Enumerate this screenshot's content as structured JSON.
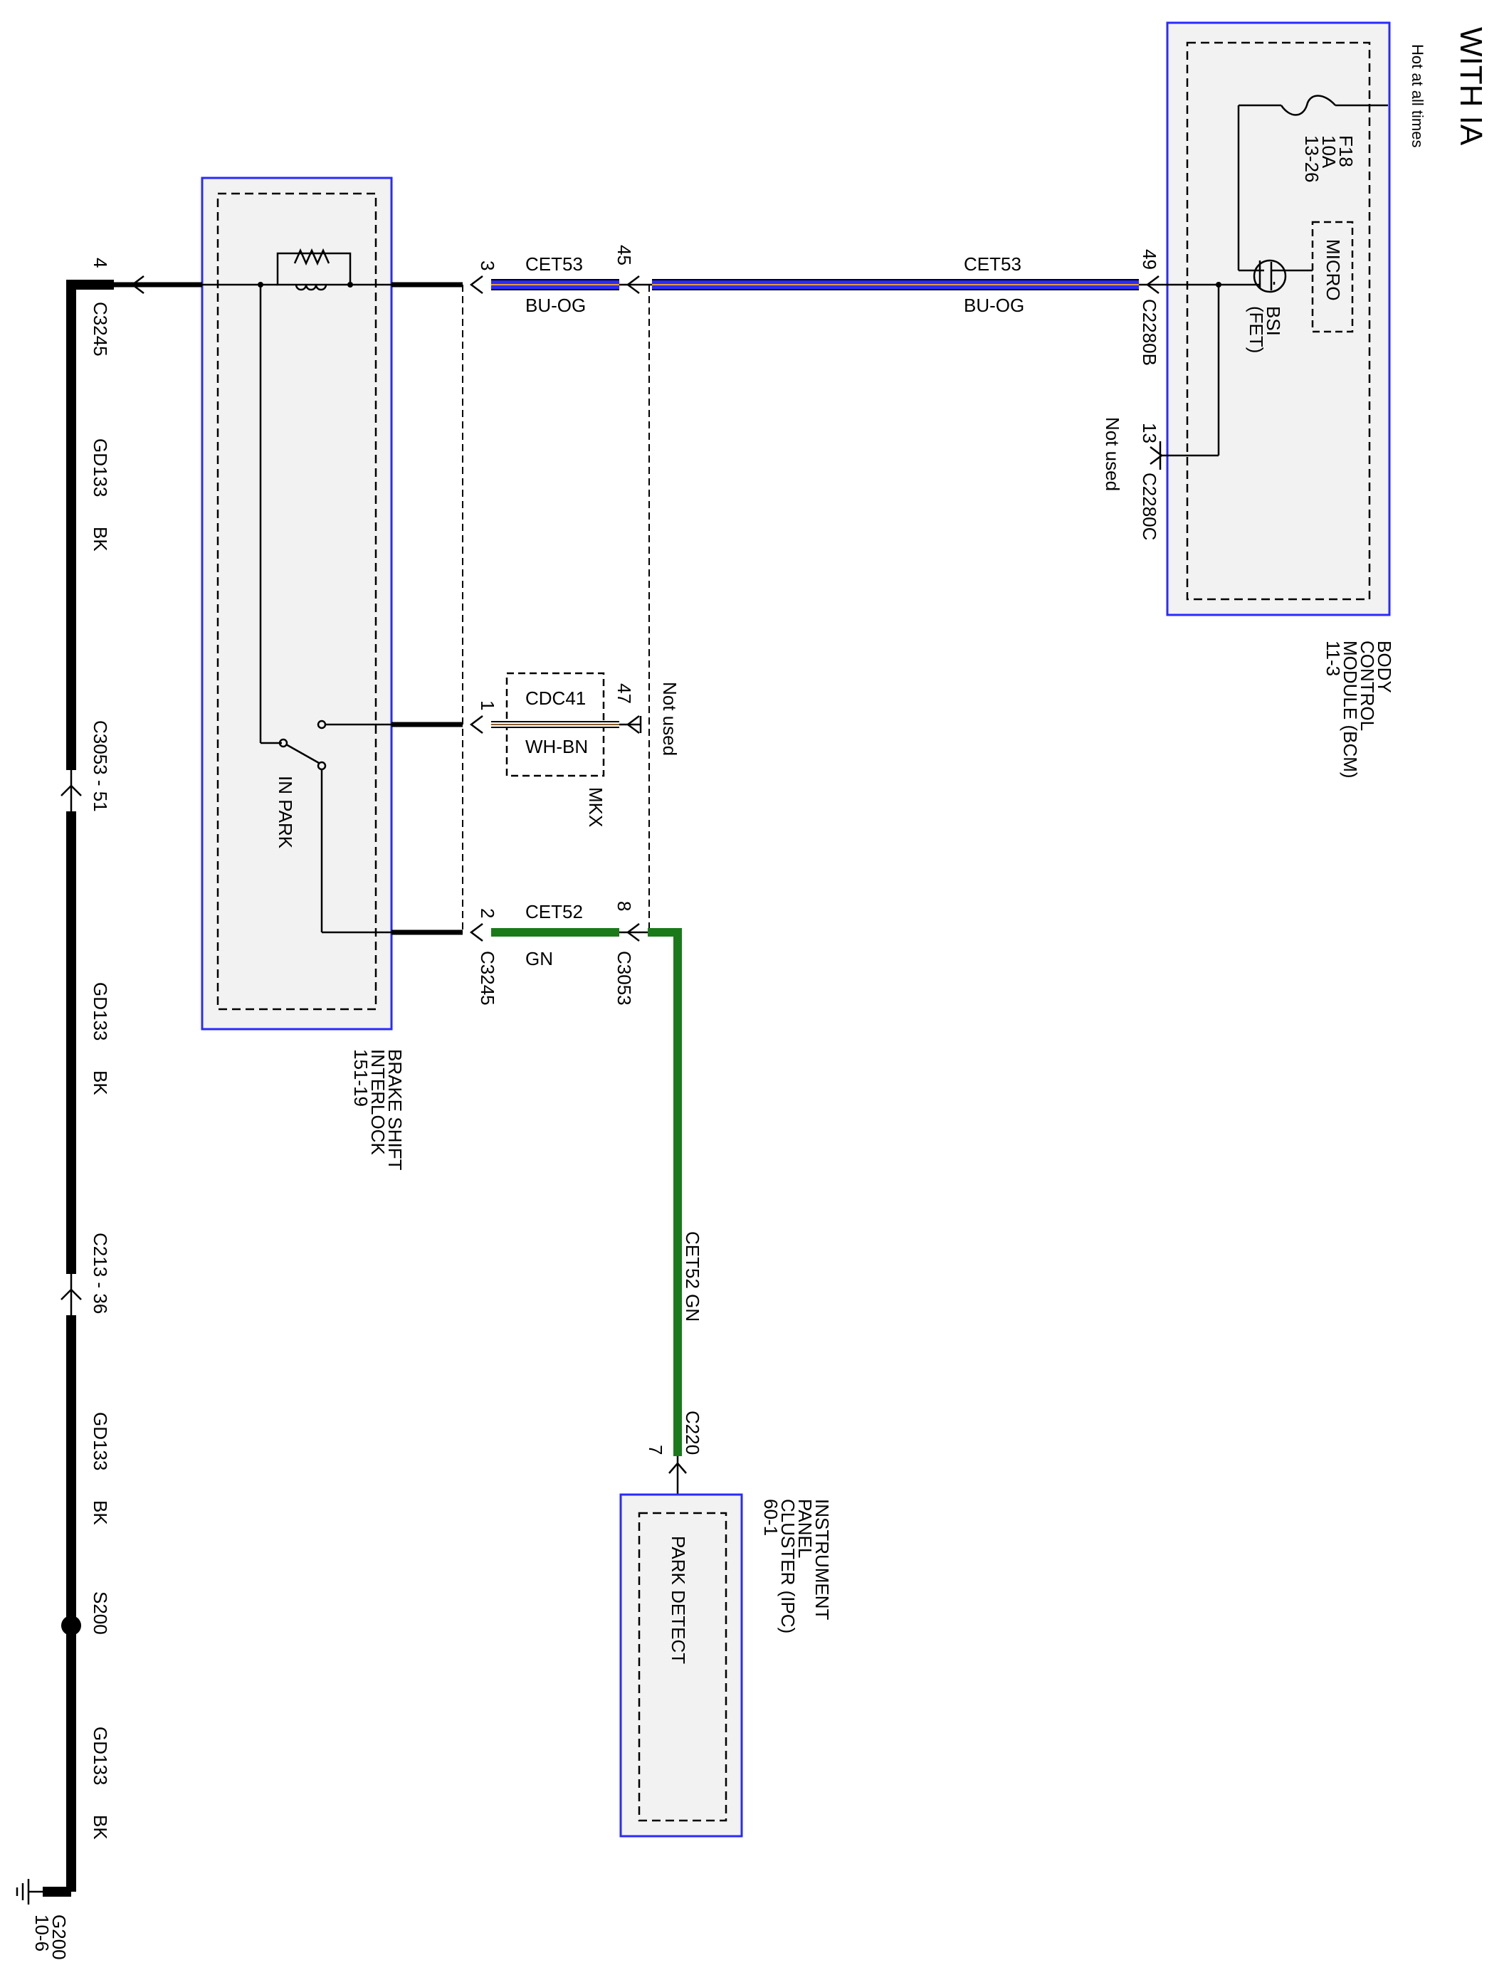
{
  "title": "WITH IA",
  "colors": {
    "blue_wire": "#2b2bff",
    "orange_stripe": "#e89a3c",
    "green_wire": "#1a7a1a",
    "module_border": "#2a2aff",
    "module_fill": "#f2f2f2",
    "ground_wire": "#000000"
  },
  "bcm": {
    "name": [
      "BODY",
      "CONTROL",
      "MODULE (BCM)",
      "11-3"
    ],
    "power": "Hot at all times",
    "fuse": [
      "F18",
      "10A",
      "13-26"
    ],
    "micro": "MICRO",
    "bsi": [
      "BSI",
      "(FET)"
    ],
    "pin_49": "49",
    "conn_49": "C2280B",
    "pin_13": "13",
    "conn_13": "C2280C",
    "not_used": "Not used"
  },
  "bsi_module": {
    "name": [
      "BRAKE SHIFT",
      "INTERLOCK",
      "151-19"
    ],
    "in_park": "IN PARK"
  },
  "ipc": {
    "name": [
      "INSTRUMENT",
      "PANEL",
      "CLUSTER (IPC)",
      "60-1"
    ],
    "park_detect": "PARK DETECT",
    "pin": "7",
    "conn": "C220"
  },
  "wires": {
    "cet53_circuit": "CET53",
    "cet53_color": "BU-OG",
    "cdc41_circuit": "CDC41",
    "cdc41_color": "WH-BN",
    "cet52_circuit": "CET52",
    "cet52_color": "GN",
    "cet52_vertical": "CET52   GN",
    "gd133_circuit": "GD133",
    "gd133_color": "BK"
  },
  "pins": {
    "c3245_3": "3",
    "c3053_45": "45",
    "c3245_1": "1",
    "c3053_47": "47",
    "c3245_2": "2",
    "c3053_8": "8",
    "c3245_4": "4"
  },
  "connectors": {
    "c3245": "C3245",
    "c3053": "C3053",
    "c3053_51": "C3053  -  51",
    "c213_36": "C213  -  36",
    "s200": "S200",
    "g200": [
      "G200",
      "10-6"
    ]
  },
  "mkx": "MKX",
  "not_used_47": "Not used"
}
